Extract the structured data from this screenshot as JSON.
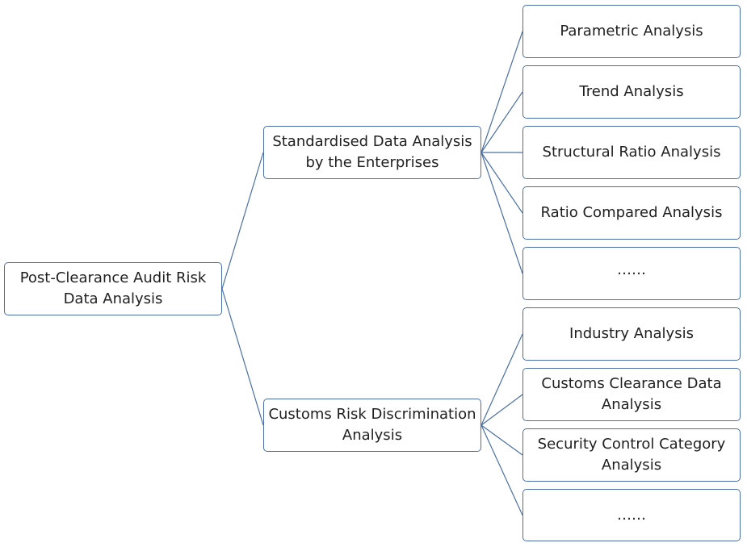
{
  "diagram": {
    "root": {
      "label": "Post-Clearance Audit Risk Data Analysis"
    },
    "branches": [
      {
        "label": "Standardised Data Analysis by the Enterprises",
        "children": [
          "Parametric Analysis",
          "Trend Analysis",
          "Structural Ratio Analysis",
          "Ratio Compared Analysis",
          "……"
        ]
      },
      {
        "label": "Customs Risk Discrimination Analysis",
        "children": [
          "Industry Analysis",
          "Customs Clearance Data Analysis",
          "Security Control Category Analysis",
          "……"
        ]
      }
    ],
    "colors": {
      "line": "#4a6fa5",
      "border": "#4a6fa5",
      "text": "#1f1f1f",
      "background": "#ffffff"
    }
  }
}
